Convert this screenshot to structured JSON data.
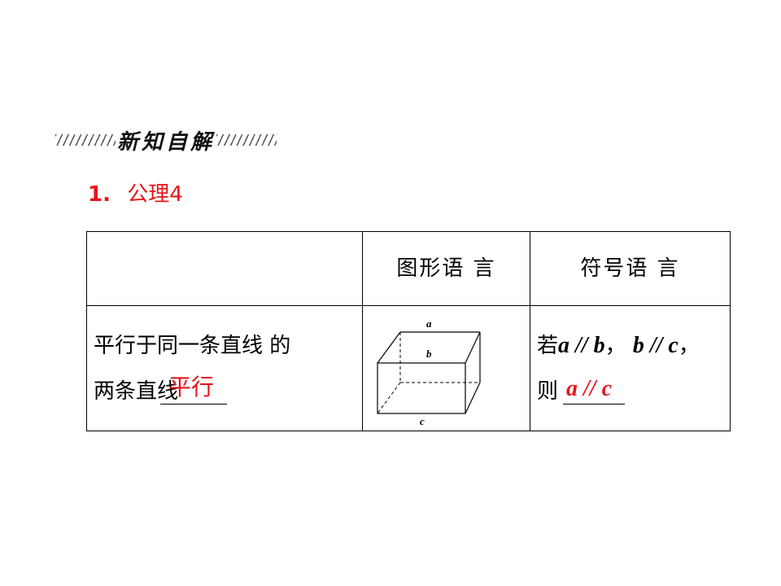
{
  "banner": {
    "title": "新知自解"
  },
  "heading": {
    "number": "1.",
    "title": "公理4"
  },
  "table": {
    "col_headers": [
      "",
      "图形语 言",
      "符号语 言"
    ],
    "text_cell": {
      "line1": "平行于同一条直线 的",
      "line2": "两条直线",
      "answer": "平行"
    },
    "figure_labels": {
      "a": "a",
      "b": "b",
      "c": "c"
    },
    "symbol_cell": {
      "line1_prefix": "若",
      "line1_expr1": "a // b",
      "line1_sep": "，",
      "line1_expr2": "b // c",
      "line1_end": "，",
      "line2_prefix": "则",
      "answer": "a // c"
    }
  },
  "colors": {
    "accent": "#e8141b",
    "text": "#000000"
  }
}
